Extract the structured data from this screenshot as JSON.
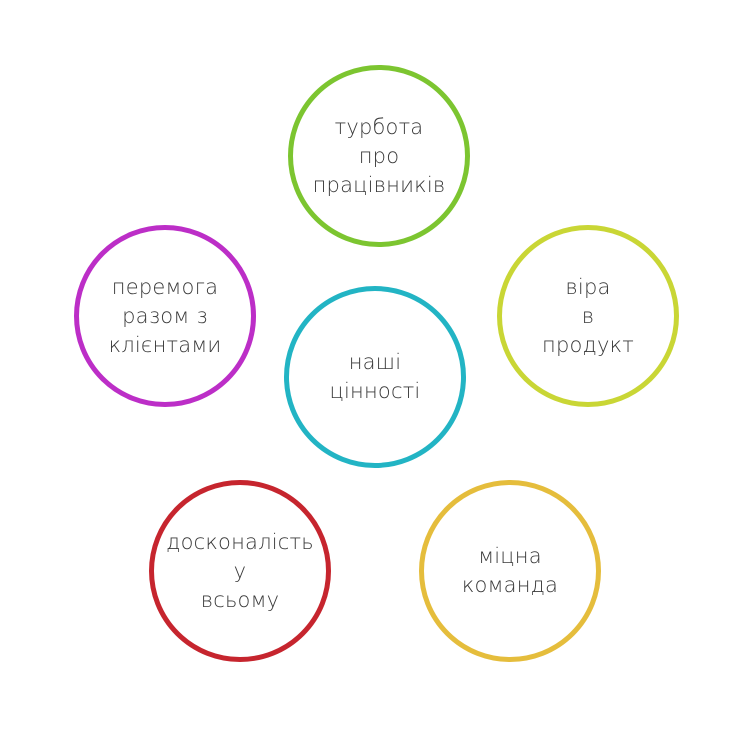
{
  "diagram": {
    "nodes": [
      {
        "id": "center",
        "color": "#22b4c4",
        "lines": [
          "наші",
          "цінності"
        ]
      },
      {
        "id": "top",
        "color": "#7cc530",
        "lines": [
          "турбота",
          "про",
          "працівників"
        ]
      },
      {
        "id": "right",
        "color": "#c9d635",
        "lines": [
          "віра",
          "в",
          "продукт"
        ]
      },
      {
        "id": "bot-right",
        "color": "#e5bd3c",
        "lines": [
          "міцна",
          "команда"
        ]
      },
      {
        "id": "bot-left",
        "color": "#c6252e",
        "lines": [
          "досконалість",
          "у",
          "всьому"
        ]
      },
      {
        "id": "left",
        "color": "#bc2ec7",
        "lines": [
          "перемога",
          "разом з",
          "клієнтами"
        ]
      }
    ]
  }
}
